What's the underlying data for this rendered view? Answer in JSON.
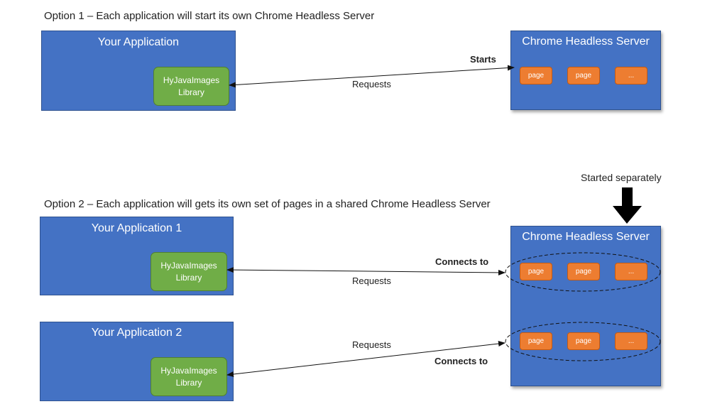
{
  "option1": {
    "caption": "Option 1 – Each application will start its own Chrome Headless Server",
    "app_title": "Your Application",
    "library_line1": "HyJavaImages",
    "library_line2": "Library",
    "server_title": "Chrome Headless Server",
    "pages": [
      "page",
      "page",
      "..."
    ],
    "arrow_top_label": "Starts",
    "arrow_bottom_label": "Requests"
  },
  "option2": {
    "caption": "Option 2 – Each application will gets its own set of pages in a shared Chrome Headless Server",
    "started_separately": "Started separately",
    "app1_title": "Your Application 1",
    "app2_title": "Your Application 2",
    "library_line1": "HyJavaImages",
    "library_line2": "Library",
    "server_title": "Chrome Headless Server",
    "pages_group1": [
      "page",
      "page",
      "..."
    ],
    "pages_group2": [
      "page",
      "page",
      "..."
    ],
    "connects_to_1": "Connects to",
    "requests_1": "Requests",
    "requests_2": "Requests",
    "connects_to_2": "Connects to"
  },
  "colors": {
    "app_blue": "#4472c4",
    "library_green": "#70ad47",
    "page_orange": "#ed7d31"
  }
}
